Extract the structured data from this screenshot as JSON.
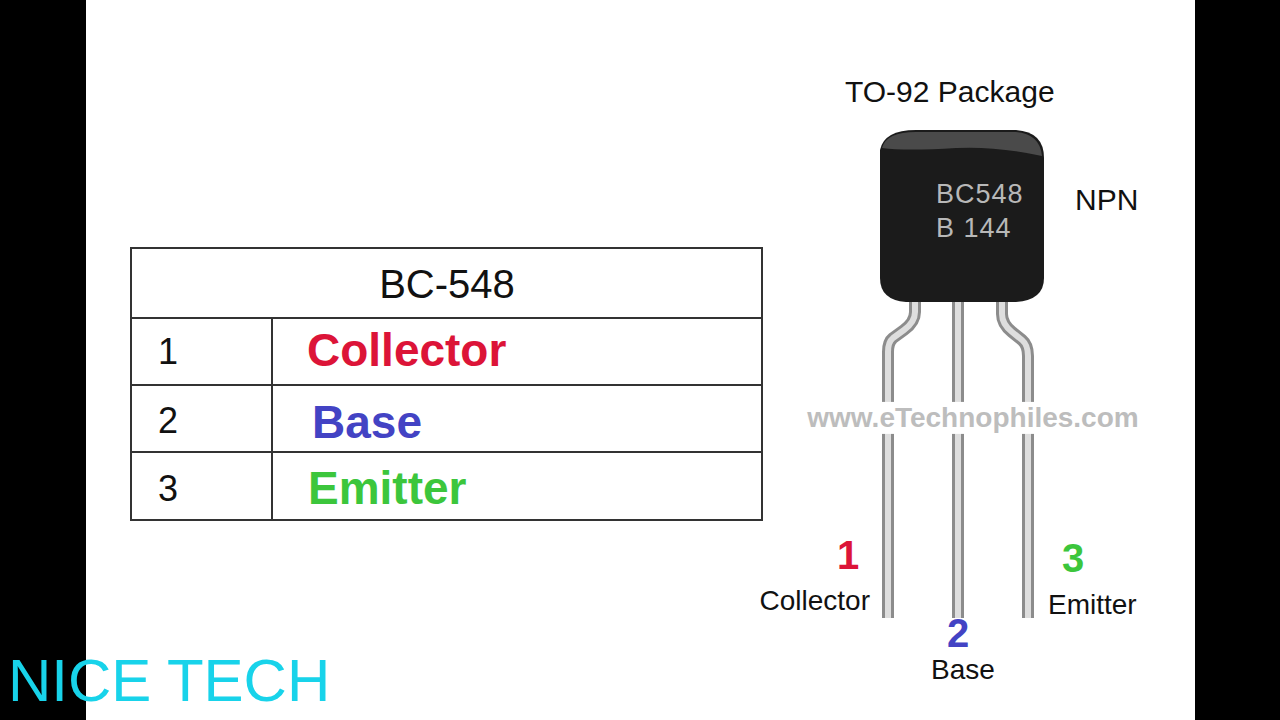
{
  "diagram": {
    "nodes": [
      {
        "text": [
          "BC548",
          "B 144"
        ]
      }
    ],
    "labels": [
      "BC-548",
      "1",
      "Collector",
      "2",
      "Base",
      "3",
      "Emitter",
      "TO-92 Package",
      "NPN",
      "www.eTechnophiles.com",
      "1",
      "Collector",
      "2",
      "Base",
      "3",
      "Emitter",
      "NICE TECH"
    ]
  }
}
